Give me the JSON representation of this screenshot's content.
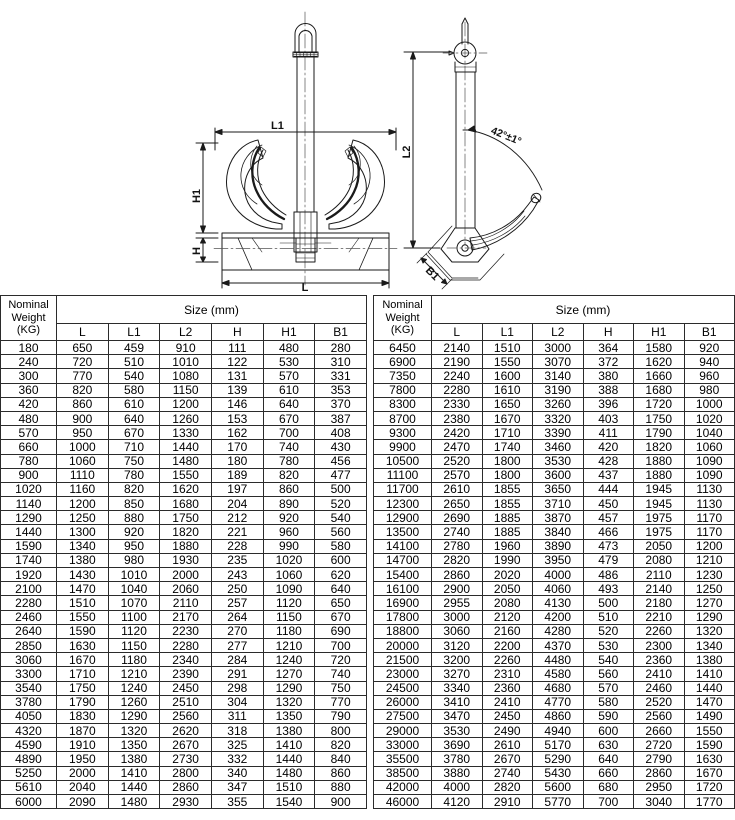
{
  "diagram": {
    "title": "stockless-anchor-drawing",
    "front_view": {
      "name": "front-view",
      "labels": [
        "L1",
        "H1",
        "H",
        "L"
      ]
    },
    "side_view": {
      "name": "side-view",
      "labels": [
        "L2",
        "B1"
      ],
      "angle_annotation": "42°±1°"
    }
  },
  "table": {
    "header": {
      "weight_line1": "Nominal",
      "weight_line2": "Weight",
      "weight_line3": "(KG)",
      "size_group": "Size (mm)",
      "columns": [
        "L",
        "L1",
        "L2",
        "H",
        "H1",
        "B1"
      ]
    },
    "left_rows": [
      [
        "180",
        "650",
        "459",
        "910",
        "111",
        "480",
        "280"
      ],
      [
        "240",
        "720",
        "510",
        "1010",
        "122",
        "530",
        "310"
      ],
      [
        "300",
        "770",
        "540",
        "1080",
        "131",
        "570",
        "331"
      ],
      [
        "360",
        "820",
        "580",
        "1150",
        "139",
        "610",
        "353"
      ],
      [
        "420",
        "860",
        "610",
        "1200",
        "146",
        "640",
        "370"
      ],
      [
        "480",
        "900",
        "640",
        "1260",
        "153",
        "670",
        "387"
      ],
      [
        "570",
        "950",
        "670",
        "1330",
        "162",
        "700",
        "408"
      ],
      [
        "660",
        "1000",
        "710",
        "1440",
        "170",
        "740",
        "430"
      ],
      [
        "780",
        "1060",
        "750",
        "1480",
        "180",
        "780",
        "456"
      ],
      [
        "900",
        "1110",
        "780",
        "1550",
        "189",
        "820",
        "477"
      ],
      [
        "1020",
        "1160",
        "820",
        "1620",
        "197",
        "860",
        "500"
      ],
      [
        "1140",
        "1200",
        "850",
        "1680",
        "204",
        "890",
        "520"
      ],
      [
        "1290",
        "1250",
        "880",
        "1750",
        "212",
        "920",
        "540"
      ],
      [
        "1440",
        "1300",
        "920",
        "1820",
        "221",
        "960",
        "560"
      ],
      [
        "1590",
        "1340",
        "950",
        "1880",
        "228",
        "990",
        "580"
      ],
      [
        "1740",
        "1380",
        "980",
        "1930",
        "235",
        "1020",
        "600"
      ],
      [
        "1920",
        "1430",
        "1010",
        "2000",
        "243",
        "1060",
        "620"
      ],
      [
        "2100",
        "1470",
        "1040",
        "2060",
        "250",
        "1090",
        "640"
      ],
      [
        "2280",
        "1510",
        "1070",
        "2110",
        "257",
        "1120",
        "650"
      ],
      [
        "2460",
        "1550",
        "1100",
        "2170",
        "264",
        "1150",
        "670"
      ],
      [
        "2640",
        "1590",
        "1120",
        "2230",
        "270",
        "1180",
        "690"
      ],
      [
        "2850",
        "1630",
        "1150",
        "2280",
        "277",
        "1210",
        "700"
      ],
      [
        "3060",
        "1670",
        "1180",
        "2340",
        "284",
        "1240",
        "720"
      ],
      [
        "3300",
        "1710",
        "1210",
        "2390",
        "291",
        "1270",
        "740"
      ],
      [
        "3540",
        "1750",
        "1240",
        "2450",
        "298",
        "1290",
        "750"
      ],
      [
        "3780",
        "1790",
        "1260",
        "2510",
        "304",
        "1320",
        "770"
      ],
      [
        "4050",
        "1830",
        "1290",
        "2560",
        "311",
        "1350",
        "790"
      ],
      [
        "4320",
        "1870",
        "1320",
        "2620",
        "318",
        "1380",
        "800"
      ],
      [
        "4590",
        "1910",
        "1350",
        "2670",
        "325",
        "1410",
        "820"
      ],
      [
        "4890",
        "1950",
        "1380",
        "2730",
        "332",
        "1440",
        "840"
      ],
      [
        "5250",
        "2000",
        "1410",
        "2800",
        "340",
        "1480",
        "860"
      ],
      [
        "5610",
        "2040",
        "1440",
        "2860",
        "347",
        "1510",
        "880"
      ],
      [
        "6000",
        "2090",
        "1480",
        "2930",
        "355",
        "1540",
        "900"
      ]
    ],
    "right_rows": [
      [
        "6450",
        "2140",
        "1510",
        "3000",
        "364",
        "1580",
        "920"
      ],
      [
        "6900",
        "2190",
        "1550",
        "3070",
        "372",
        "1620",
        "940"
      ],
      [
        "7350",
        "2240",
        "1600",
        "3140",
        "380",
        "1660",
        "960"
      ],
      [
        "7800",
        "2280",
        "1610",
        "3190",
        "388",
        "1680",
        "980"
      ],
      [
        "8300",
        "2330",
        "1650",
        "3260",
        "396",
        "1720",
        "1000"
      ],
      [
        "8700",
        "2380",
        "1670",
        "3320",
        "403",
        "1750",
        "1020"
      ],
      [
        "9300",
        "2420",
        "1710",
        "3390",
        "411",
        "1790",
        "1040"
      ],
      [
        "9900",
        "2470",
        "1740",
        "3460",
        "420",
        "1820",
        "1060"
      ],
      [
        "10500",
        "2520",
        "1800",
        "3530",
        "428",
        "1880",
        "1090"
      ],
      [
        "11100",
        "2570",
        "1800",
        "3600",
        "437",
        "1880",
        "1090"
      ],
      [
        "11700",
        "2610",
        "1855",
        "3650",
        "444",
        "1945",
        "1130"
      ],
      [
        "12300",
        "2650",
        "1855",
        "3710",
        "450",
        "1945",
        "1130"
      ],
      [
        "12900",
        "2690",
        "1885",
        "3870",
        "457",
        "1975",
        "1170"
      ],
      [
        "13500",
        "2740",
        "1885",
        "3840",
        "466",
        "1975",
        "1170"
      ],
      [
        "14100",
        "2780",
        "1960",
        "3890",
        "473",
        "2050",
        "1200"
      ],
      [
        "14700",
        "2820",
        "1990",
        "3950",
        "479",
        "2080",
        "1210"
      ],
      [
        "15400",
        "2860",
        "2020",
        "4000",
        "486",
        "2110",
        "1230"
      ],
      [
        "16100",
        "2900",
        "2050",
        "4060",
        "493",
        "2140",
        "1250"
      ],
      [
        "16900",
        "2955",
        "2080",
        "4130",
        "500",
        "2180",
        "1270"
      ],
      [
        "17800",
        "3000",
        "2120",
        "4200",
        "510",
        "2210",
        "1290"
      ],
      [
        "18800",
        "3060",
        "2160",
        "4280",
        "520",
        "2260",
        "1320"
      ],
      [
        "20000",
        "3120",
        "2200",
        "4370",
        "530",
        "2300",
        "1340"
      ],
      [
        "21500",
        "3200",
        "2260",
        "4480",
        "540",
        "2360",
        "1380"
      ],
      [
        "23000",
        "3270",
        "2310",
        "4580",
        "560",
        "2410",
        "1410"
      ],
      [
        "24500",
        "3340",
        "2360",
        "4680",
        "570",
        "2460",
        "1440"
      ],
      [
        "26000",
        "3410",
        "2410",
        "4770",
        "580",
        "2520",
        "1470"
      ],
      [
        "27500",
        "3470",
        "2450",
        "4860",
        "590",
        "2560",
        "1490"
      ],
      [
        "29000",
        "3530",
        "2490",
        "4940",
        "600",
        "2660",
        "1550"
      ],
      [
        "33000",
        "3690",
        "2610",
        "5170",
        "630",
        "2720",
        "1590"
      ],
      [
        "35500",
        "3780",
        "2670",
        "5290",
        "640",
        "2790",
        "1630"
      ],
      [
        "38500",
        "3880",
        "2740",
        "5430",
        "660",
        "2860",
        "1670"
      ],
      [
        "42000",
        "4000",
        "2820",
        "5600",
        "680",
        "2950",
        "1720"
      ],
      [
        "46000",
        "4120",
        "2910",
        "5770",
        "700",
        "3040",
        "1770"
      ]
    ]
  },
  "colors": {
    "border": "#2b2b2b",
    "line": "#1a1a1a",
    "background": "#ffffff"
  }
}
